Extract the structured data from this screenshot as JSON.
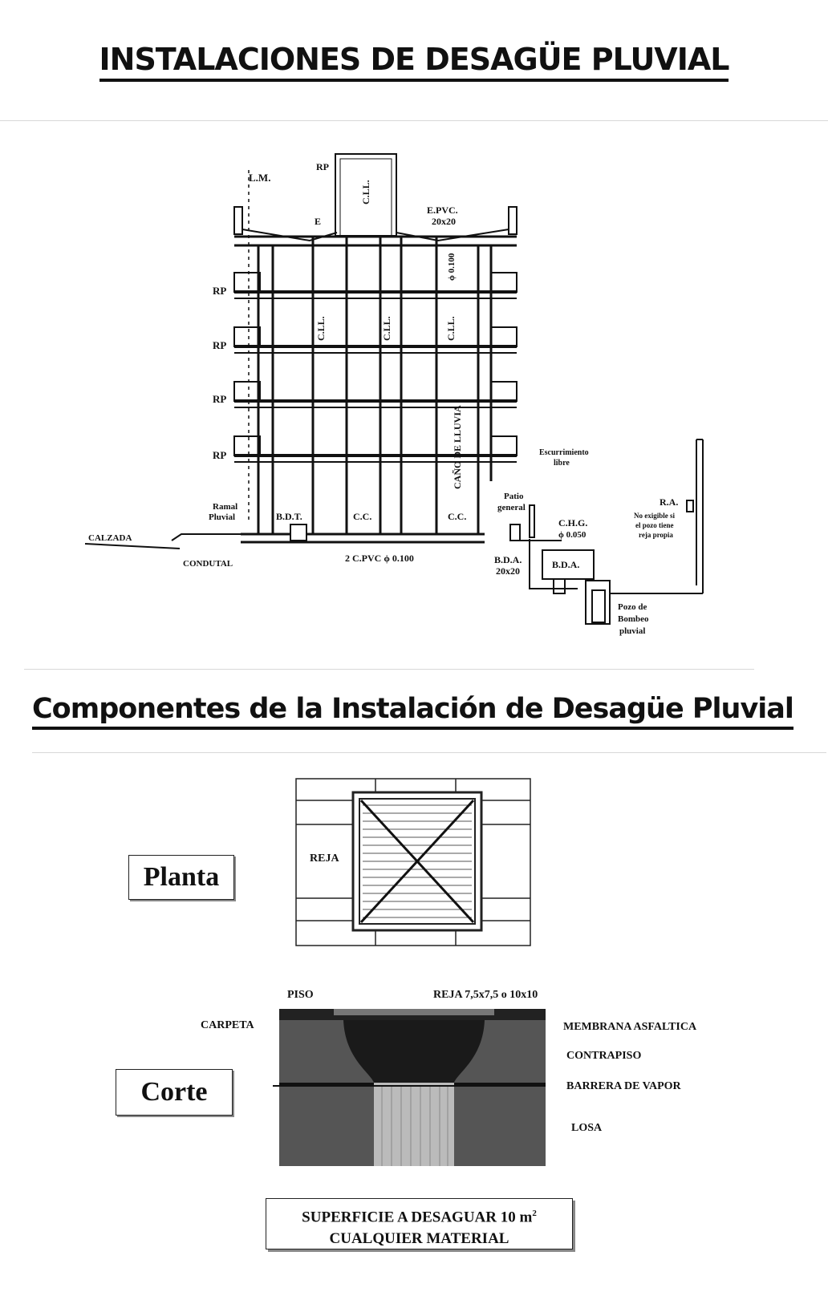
{
  "title": "INSTALACIONES DE DESAGÜE PLUVIAL",
  "section_title": "Componentes de la Instalación de Desagüe Pluvial",
  "elevation_labels": {
    "lm": "L.M.",
    "rp_top": "RP",
    "e": "E",
    "cll_top": "C.LL.",
    "epvc_line1": "E.PVC.",
    "epvc_line2": "20x20",
    "phi": "ϕ 0.100",
    "rp": "RP",
    "cll_left": "C.LL.",
    "cll_mid": "C.LL.",
    "cll_right": "C.LL.",
    "cano": "CAÑO DE LLUVIA",
    "escurrimiento_1": "Escurrimiento",
    "escurrimiento_2": "libre",
    "ramal_1": "Ramal",
    "ramal_2": "Pluvial",
    "bdt": "B.D.T.",
    "cc1": "C.C.",
    "cc2": "C.C.",
    "patio_1": "Patio",
    "patio_2": "general",
    "calzada": "CALZADA",
    "conducto": "CONDUTAL",
    "cpvc": "2 C.PVC ϕ 0.100",
    "bda1_1": "B.D.A.",
    "bda1_2": "20x20",
    "chg_1": "C.H.G.",
    "chg_2": "ϕ 0.050",
    "bda2": "B.D.A.",
    "ra": "R.A.",
    "ra_note_1": "No exigible si",
    "ra_note_2": "el pozo tiene",
    "ra_note_3": "reja propia",
    "pozo_1": "Pozo de",
    "pozo_2": "Bombeo",
    "pozo_3": "pluvial"
  },
  "plan": {
    "label": "Planta",
    "reja": "REJA"
  },
  "section": {
    "label": "Corte",
    "piso": "PISO",
    "reja": "REJA 7,5x7,5 o 10x10",
    "carpeta": "CARPETA",
    "membrana": "MEMBRANA ASFALTICA",
    "contrapiso": "CONTRAPISO",
    "barrera": "BARRERA DE VAPOR",
    "losa": "LOSA"
  },
  "summary": {
    "line1": "SUPERFICIE A DESAGUAR  10 m",
    "line1_sup": "2",
    "line2": "CUALQUIER MATERIAL"
  }
}
